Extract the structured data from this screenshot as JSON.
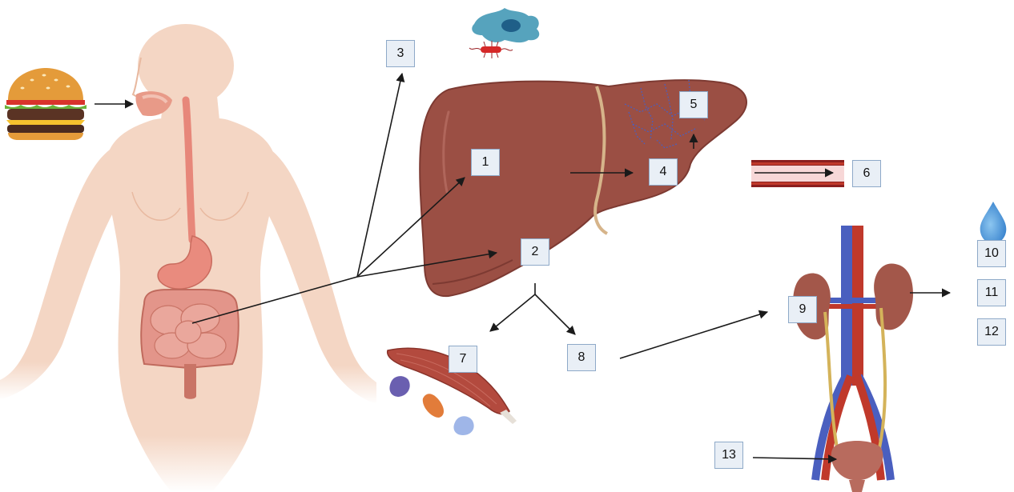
{
  "labels": [
    "1",
    "2",
    "3",
    "4",
    "5",
    "6",
    "7",
    "8",
    "9",
    "10",
    "11",
    "12",
    "13"
  ],
  "colors": {
    "skin": "#f4d6c4",
    "skin_shadow": "#e8b9a0",
    "liver": "#9b4f44",
    "liver_dark": "#7d3a32",
    "ligament": "#d6b48a",
    "artery": "#c0392b",
    "vein": "#4a5fbf",
    "kidney": "#a3574a",
    "ureter": "#d4b35a",
    "bladder": "#b86b5e",
    "muscle": "#b34a3e",
    "vessel_wall": "#8b1e1e",
    "vessel_lumen": "#f7d7d7",
    "water_drop": "#4a90d9",
    "label_fill": "#e9eff6",
    "label_border": "#8ea9c8",
    "arrow": "#1a1a1a"
  },
  "icons": [
    "burger-icon",
    "human-body-icon",
    "immune-cell-icon",
    "bacterium-icon",
    "liver-icon",
    "blood-vessel-icon",
    "muscle-icon",
    "kidneys-bladder-icon",
    "water-drop-icon"
  ]
}
